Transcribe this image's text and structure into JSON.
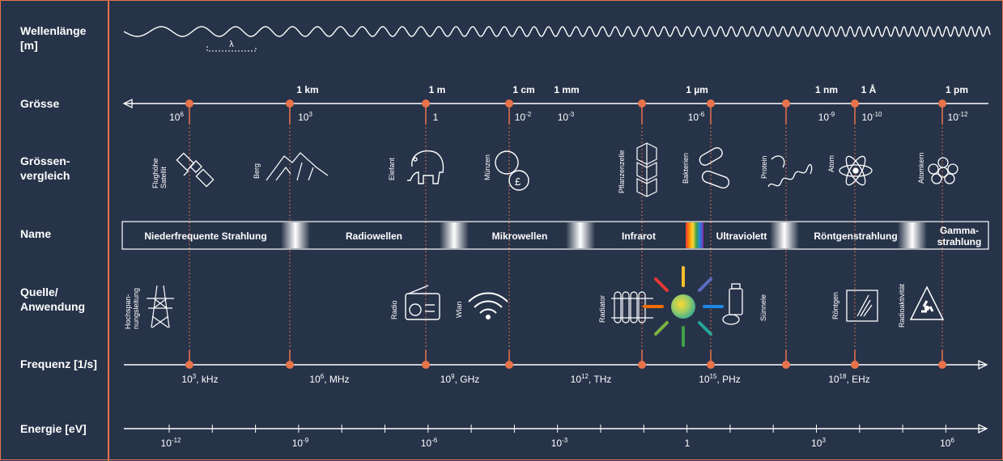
{
  "rows": {
    "wavelength": "Wellenlänge\n[m]",
    "size": "Grösse",
    "comparison": "Grössen-\nvergleich",
    "name": "Name",
    "source": "Quelle/\nAnwendung",
    "frequency": "Frequenz [1/s]",
    "energy": "Energie [eV]"
  },
  "lambda_symbol": "λ",
  "size_units": [
    "1 km",
    "1 m",
    "1 cm",
    "1 mm",
    "1 µm",
    "1 nm",
    "1 Å",
    "1 pm"
  ],
  "size_ticks": [
    {
      "base": "10",
      "exp": "6"
    },
    {
      "base": "10",
      "exp": "3"
    },
    {
      "base": "1",
      "exp": ""
    },
    {
      "base": "10",
      "exp": "-2"
    },
    {
      "base": "10",
      "exp": "-3"
    },
    {
      "base": "10",
      "exp": "-6"
    },
    {
      "base": "10",
      "exp": "-9"
    },
    {
      "base": "10",
      "exp": "-10"
    },
    {
      "base": "10",
      "exp": "-12"
    }
  ],
  "comparison_items": [
    "Flughöhe Satellit",
    "Berg",
    "Elefant",
    "Münzen",
    "Pflanzenzelle",
    "Bakterien",
    "Protein",
    "Atom",
    "Atomkern"
  ],
  "bands": [
    "Niederfrequente Strahlung",
    "Radiowellen",
    "Mikrowellen",
    "Infrarot",
    "Ultraviolett",
    "Röntgenstrahlung",
    "Gamma-\nstrahlung"
  ],
  "sources": [
    "Hochspan-\nnungsleitung",
    "Radio",
    "Wlan",
    "Radiator",
    "Sünnele",
    "Röntgen",
    "Radioaktivität"
  ],
  "freq_ticks": [
    {
      "exp": "3",
      "unit": ", kHz"
    },
    {
      "exp": "6",
      "unit": ", MHz"
    },
    {
      "exp": "9",
      "unit": ", GHz"
    },
    {
      "exp": "12",
      "unit": ", THz"
    },
    {
      "exp": "15",
      "unit": ", PHz"
    },
    {
      "exp": "18",
      "unit": ", EHz"
    }
  ],
  "energy_ticks": [
    {
      "base": "10",
      "exp": "-12"
    },
    {
      "base": "10",
      "exp": "-9"
    },
    {
      "base": "10",
      "exp": "-6"
    },
    {
      "base": "10",
      "exp": "-3"
    },
    {
      "base": "1",
      "exp": ""
    },
    {
      "base": "10",
      "exp": "3"
    },
    {
      "base": "10",
      "exp": "6"
    }
  ],
  "colors": {
    "accent": "#e8734a",
    "background": "#273349",
    "line": "#ffffff"
  }
}
